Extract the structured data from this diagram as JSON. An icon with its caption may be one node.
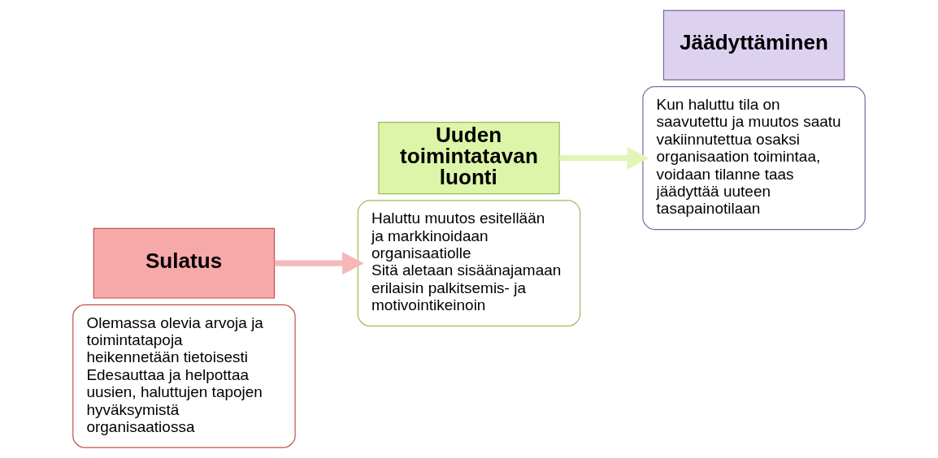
{
  "diagram": {
    "nodes": [
      {
        "text": [
          "Olemassa olevia arvoja ja toimintatapoja heikennetään tietoisesti",
          "Edesauttaa ja helpottaa uusien, haluttujen tapojen hyväksymistä organisaatiossa"
        ]
      },
      {
        "text": [
          "Sulatus"
        ]
      },
      {
        "text": [
          "Uuden toimintatavan luonti"
        ]
      },
      {
        "text": [
          "Haluttu muutos esitellään ja markkinoidaan organisaatiolle",
          "Sitä aletaan sisäänajamaan erilaisin palkitsemis- ja motivointikeinoin"
        ]
      },
      {
        "text": [
          "Kun haluttu tila on saavutettu ja muutos saatu vakiinnutettua osaksi organisaation toimintaa, voidaan tilanne taas jäädyttää uuteen tasapainotilaan"
        ]
      },
      {
        "text": [
          "Jäädyttäminen"
        ]
      }
    ],
    "edges": [
      {
        "from": 1,
        "to": 3,
        "arrow": "to",
        "color": "#f6b8b8"
      },
      {
        "from": 2,
        "to": 4,
        "arrow": "to",
        "color": "#e2f5b6"
      }
    ]
  }
}
